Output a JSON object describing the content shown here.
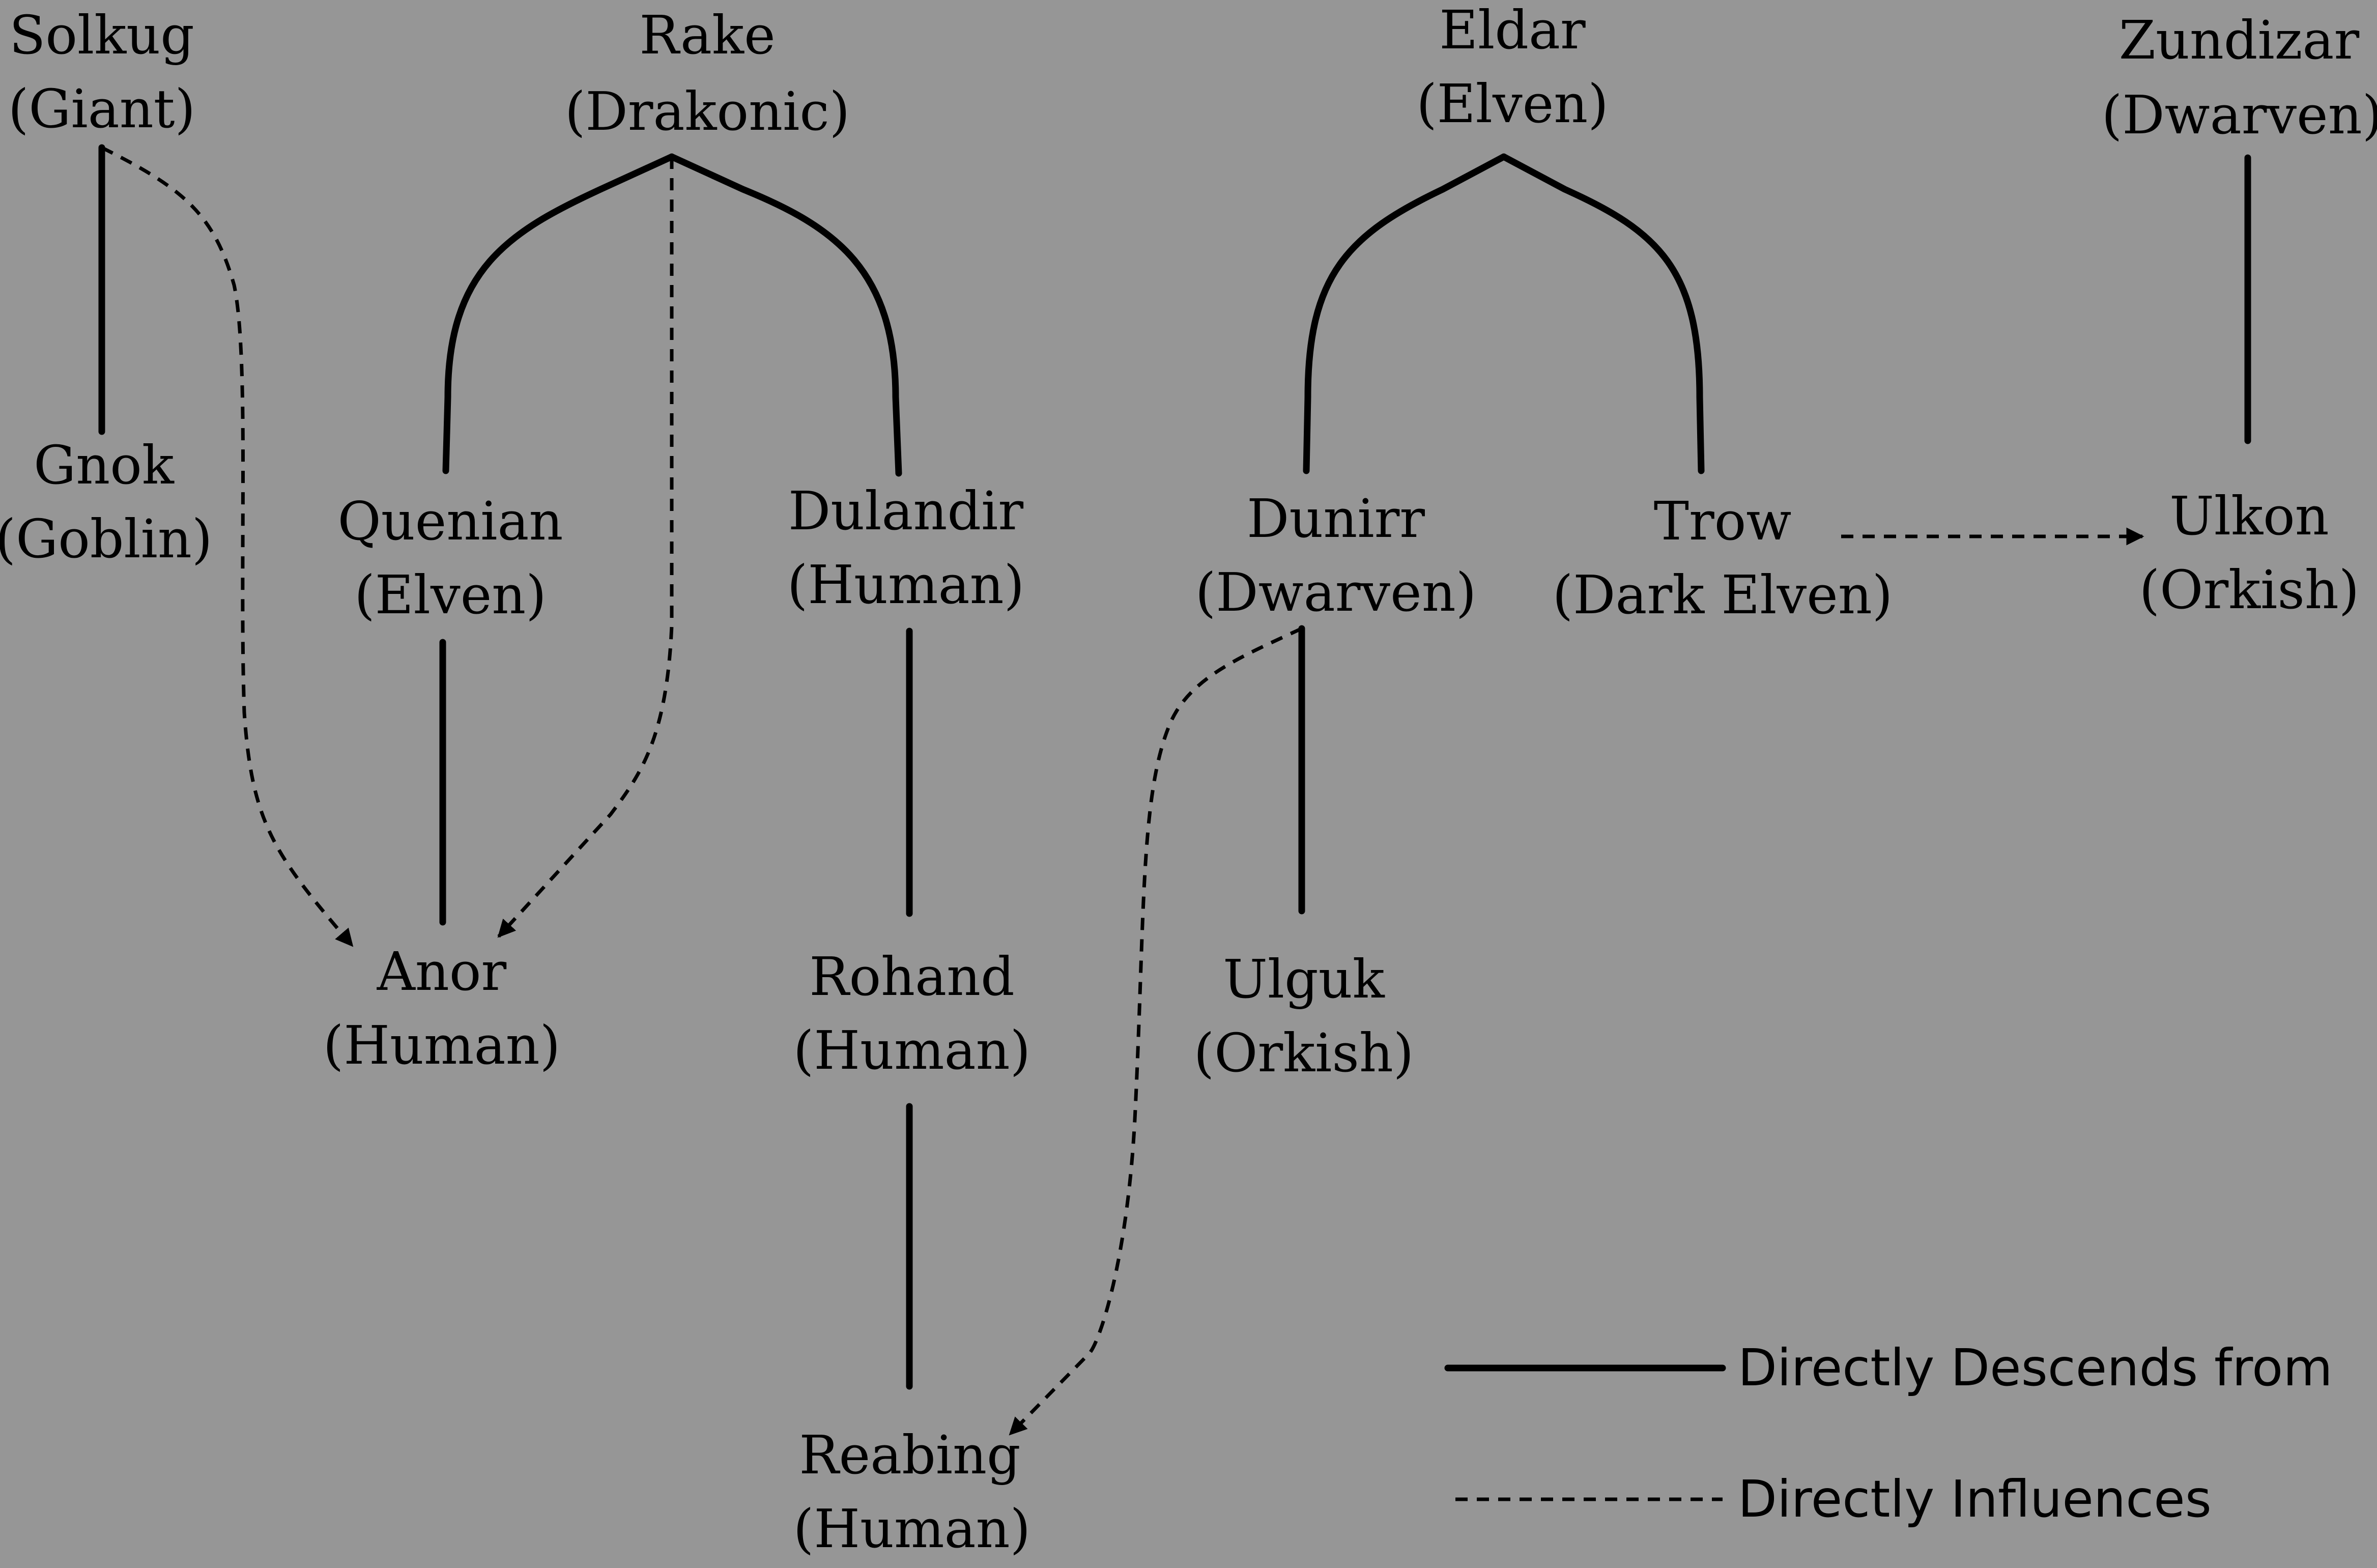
{
  "nodes": {
    "solkug": {
      "name": "Solkug",
      "family": "(Giant)"
    },
    "rake": {
      "name": "Rake",
      "family": "(Drakonic)"
    },
    "eldar": {
      "name": "Eldar",
      "family": "(Elven)"
    },
    "zundizar": {
      "name": "Zundizar",
      "family": "(Dwarven)"
    },
    "gnok": {
      "name": "Gnok",
      "family": "(Goblin)"
    },
    "quenian": {
      "name": "Quenian",
      "family": "(Elven)"
    },
    "dulandir": {
      "name": "Dulandir",
      "family": "(Human)"
    },
    "dunirr": {
      "name": "Dunirr",
      "family": "(Dwarven)"
    },
    "trow": {
      "name": "Trow",
      "family": "(Dark Elven)"
    },
    "ulkon": {
      "name": "Ulkon",
      "family": "(Orkish)"
    },
    "anor": {
      "name": "Anor",
      "family": "(Human)"
    },
    "rohand": {
      "name": "Rohand",
      "family": "(Human)"
    },
    "ulguk": {
      "name": "Ulguk",
      "family": "(Orkish)"
    },
    "reabing": {
      "name": "Reabing",
      "family": "(Human)"
    }
  },
  "descends": [
    {
      "from": "solkug",
      "to": "gnok"
    },
    {
      "from": "rake",
      "to": "quenian"
    },
    {
      "from": "rake",
      "to": "dulandir"
    },
    {
      "from": "eldar",
      "to": "dunirr"
    },
    {
      "from": "eldar",
      "to": "trow"
    },
    {
      "from": "zundizar",
      "to": "ulkon"
    },
    {
      "from": "quenian",
      "to": "anor"
    },
    {
      "from": "dulandir",
      "to": "rohand"
    },
    {
      "from": "dunirr",
      "to": "ulguk"
    },
    {
      "from": "rohand",
      "to": "reabing"
    }
  ],
  "influences": [
    {
      "from": "solkug",
      "to": "anor"
    },
    {
      "from": "rake",
      "to": "anor"
    },
    {
      "from": "trow",
      "to": "ulkon"
    },
    {
      "from": "dunirr",
      "to": "reabing"
    }
  ],
  "legend": {
    "solid_label": "Directly Descends from",
    "dashed_label": "Directly Influences"
  },
  "colors": {
    "background": "#969696",
    "ink": "#000000"
  }
}
